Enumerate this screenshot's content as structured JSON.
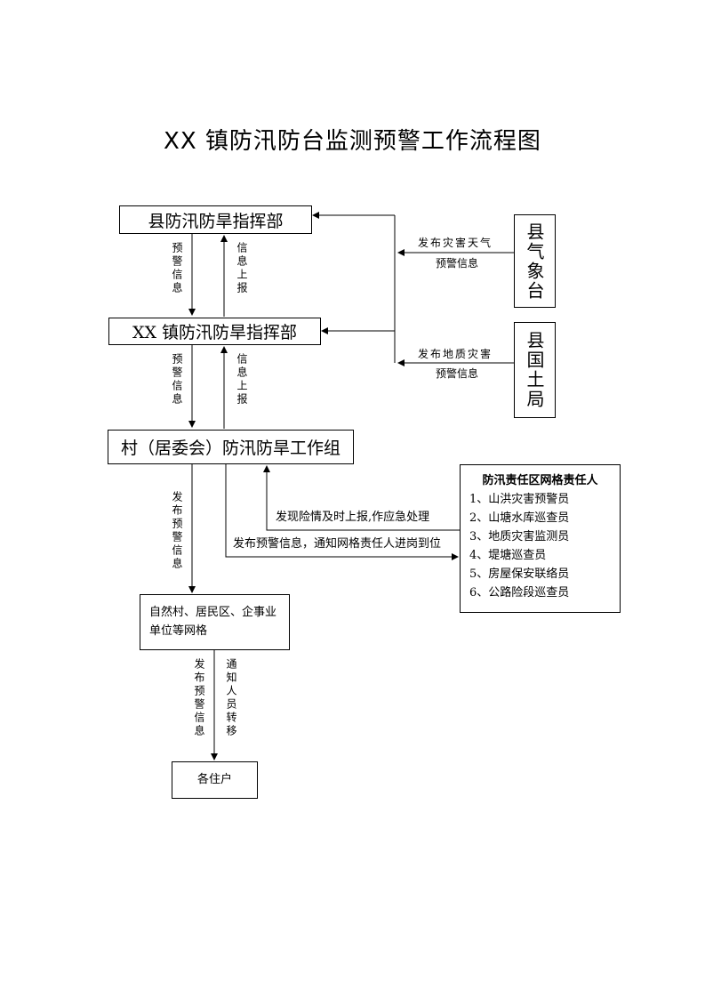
{
  "title": "XX 镇防汛防台监测预警工作流程图",
  "nodes": {
    "county_hq": "县防汛防旱指挥部",
    "town_hq": "XX 镇防汛防旱指挥部",
    "village": "村（居委会）防汛防旱工作组",
    "grid": "自然村、居民区、企事业单位等网格",
    "households": "各住户",
    "weather": "县气象台",
    "land": "县国土局"
  },
  "responsible": {
    "title": "防汛责任区网格责任人",
    "items": [
      "1、山洪灾害预警员",
      "2、山塘水库巡查员",
      "3、地质灾害监测员",
      "4、堤塘巡查员",
      "5、房屋保安联络员",
      "6、公路险段巡查员"
    ]
  },
  "edge_labels": {
    "weather_l1": "发布灾害天气",
    "weather_l2": "预警信息",
    "land_l1": "发布地质灾害",
    "land_l2": "预警信息",
    "warn_down_1": "预警信息",
    "info_up_1": "信息上报",
    "warn_down_2": "预警信息",
    "info_up_2": "信息上报",
    "publish_down": "发布预警信息",
    "report_back": "发现险情及时上报,作应急处理",
    "notify_grid": "发布预警信息，通知网格责任人进岗到位",
    "publish_households": "发布预警信息",
    "notify_transfer": "通知人员转移"
  }
}
